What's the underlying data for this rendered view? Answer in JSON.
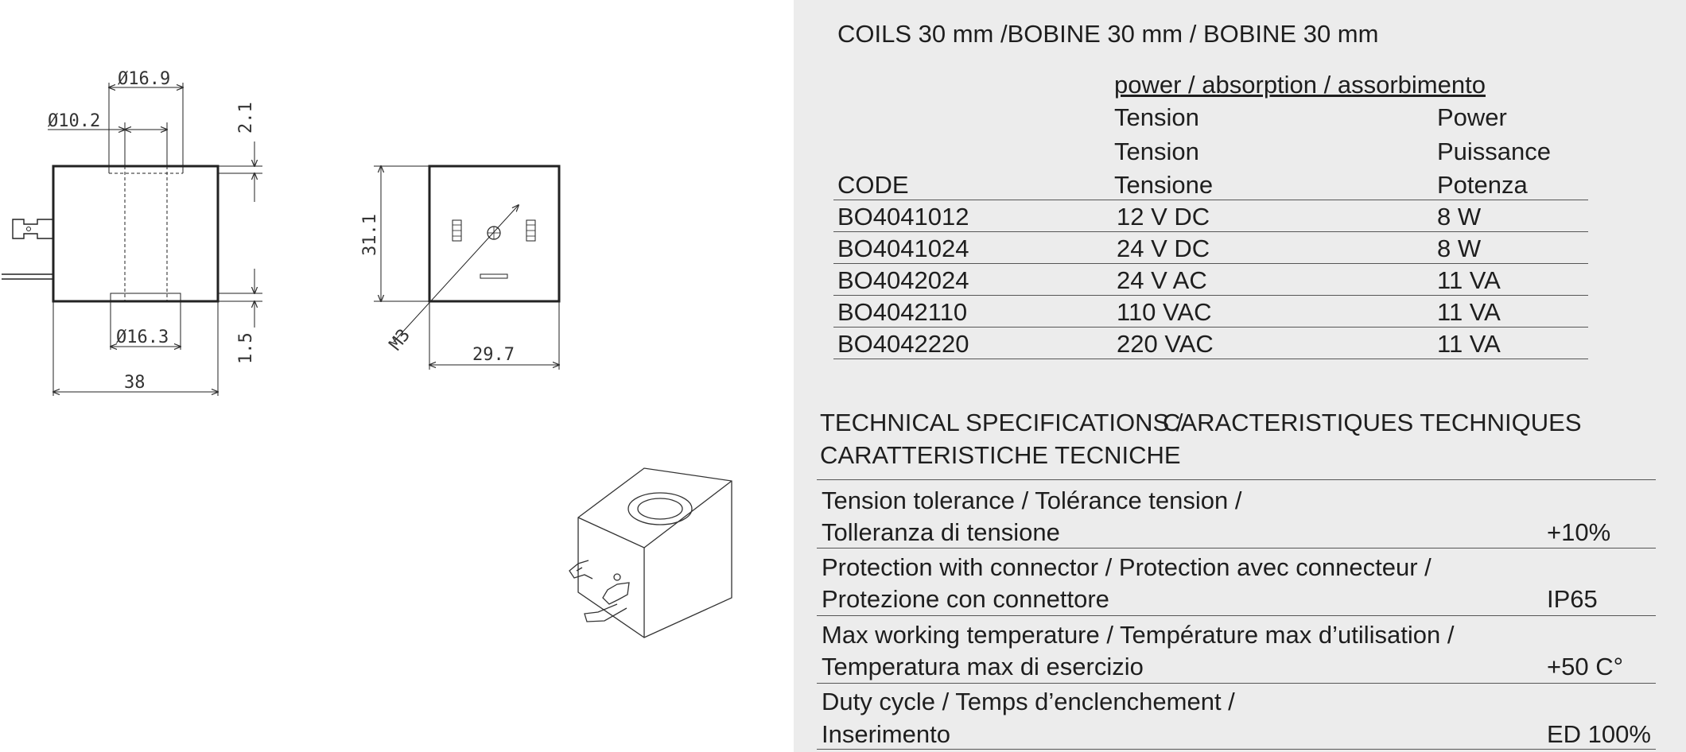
{
  "drawings": {
    "dimensions": {
      "top_bore": "Ø16.9",
      "inner_bore": "Ø10.2",
      "top_offset": "2.1",
      "bottom_bore": "Ø16.3",
      "bottom_offset": "1.5",
      "width": "38",
      "height": "31.1",
      "thread": "M3",
      "depth": "29.7"
    }
  },
  "coils": {
    "title": "COILS 30 mm /BOBINE 30 mm / BOBINE 30 mm",
    "power_header": "power / absorption / assorbimento",
    "code_header": "CODE",
    "tension_header": [
      "Tension",
      "Tension",
      "Tensione"
    ],
    "power_col_header": [
      "Power",
      "Puissance",
      "Potenza"
    ],
    "rows": [
      {
        "code": "BO4041012",
        "tension": "12 V DC",
        "power": "8 W"
      },
      {
        "code": "BO4041024",
        "tension": "24 V DC",
        "power": "8 W"
      },
      {
        "code": "BO4042024",
        "tension": "24 V AC",
        "power": "11 VA"
      },
      {
        "code": "BO4042110",
        "tension": "110 VAC",
        "power": "11 VA"
      },
      {
        "code": "BO4042220",
        "tension": "220 VAC",
        "power": "11 VA"
      }
    ]
  },
  "specs": {
    "title_1": "TECHNICAL SPECIFICATIONS /",
    "title_2": "CARACTERISTIQUES TECHNIQUES",
    "title_3": "CARATTERISTICHE TECNICHE",
    "rows": [
      {
        "line1": "Tension tolerance / Tolérance tension /",
        "line2": "Tolleranza di tensione",
        "value": "+10%"
      },
      {
        "line1": "Protection with connector / Protection avec connecteur /",
        "line2": "Protezione con connettore",
        "value": "IP65"
      },
      {
        "line1": "Max working temperature / Température max d’utilisation /",
        "line2": "Temperatura max di esercizio",
        "value": "+50 C°"
      },
      {
        "line1": "Duty cycle / Temps d’enclenchement /",
        "line2": "Inserimento",
        "value": "ED 100%"
      }
    ]
  }
}
